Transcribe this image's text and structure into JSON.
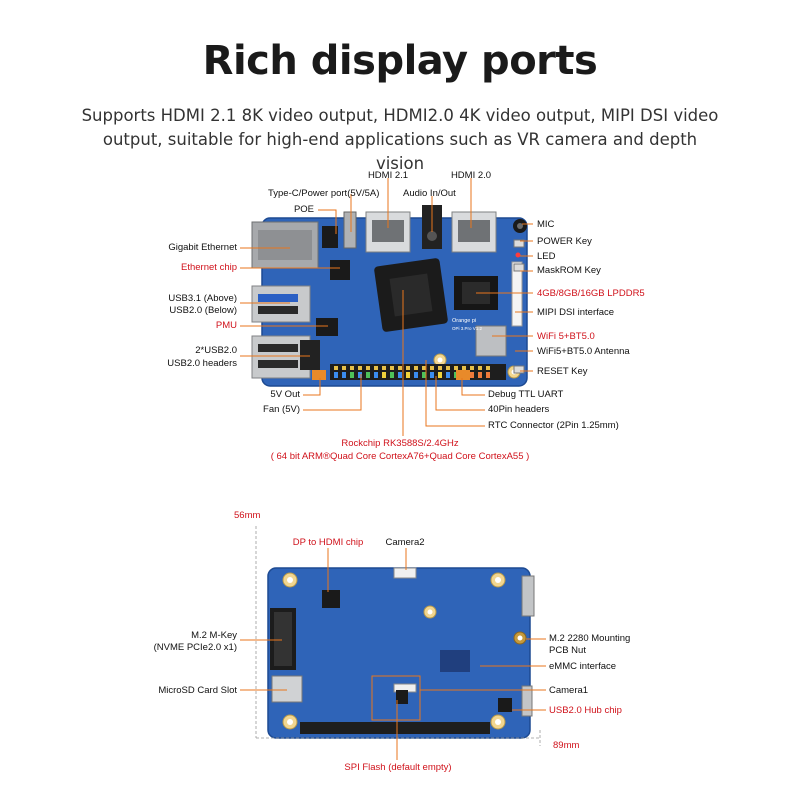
{
  "heading": "Rich display ports",
  "subtitle_line1": "Supports HDMI 2.1 8K video output, HDMI2.0 4K video output, MIPI DSI video",
  "subtitle_line2": "output, suitable for high-end applications such as VR camera and depth vision",
  "colors": {
    "accent_red": "#d0121b",
    "leader_orange": "#e8761c",
    "board_blue": "#2f64b8"
  },
  "top_board": {
    "silk_brand": "Orange pi",
    "silk_model": "OPi 3.Pro V1.2",
    "labels": {
      "hdmi21": "HDMI 2.1",
      "hdmi20": "HDMI 2.0",
      "typec": "Type-C/Power port(5V/5A)",
      "audio": "Audio In/Out",
      "poe": "POE",
      "gigabit": "Gigabit Ethernet",
      "ethernet_chip": "Ethernet chip",
      "usb31": "USB3.1 (Above)",
      "usb20_below": "USB2.0 (Below)",
      "pmu": "PMU",
      "usb2x": "2*USB2.0",
      "usb_headers": "USB2.0 headers",
      "fiveV": "5V Out",
      "fan": "Fan (5V)",
      "mic": "MIC",
      "power_key": "POWER Key",
      "led": "LED",
      "maskrom": "MaskROM Key",
      "lpddr": "4GB/8GB/16GB LPDDR5",
      "mipi": "MIPI DSI interface",
      "wifi": "WiFi 5+BT5.0",
      "antenna": "WiFi5+BT5.0 Antenna",
      "reset": "RESET Key",
      "debug": "Debug TTL UART",
      "pin40": "40Pin headers",
      "rtc": "RTC Connector (2Pin 1.25mm)",
      "soc1": "Rockchip RK3588S/2.4GHz",
      "soc2": "( 64 bit ARM®Quad Core CortexA76+Quad Core CortexA55 )"
    }
  },
  "bottom_board": {
    "labels": {
      "dim_h": "56mm",
      "dim_w": "89mm",
      "dp_hdmi": "DP to HDMI chip",
      "camera2": "Camera2",
      "m2key": "M.2 M-Key",
      "m2key2": "(NVME PCIe2.0 x1)",
      "sd": "MicroSD Card Slot",
      "m2nut1": "M.2 2280 Mounting",
      "m2nut2": "PCB Nut",
      "emmc": "eMMC interface",
      "camera1": "Camera1",
      "hub": "USB2.0 Hub chip",
      "spi": "SPI Flash (default empty)"
    }
  }
}
